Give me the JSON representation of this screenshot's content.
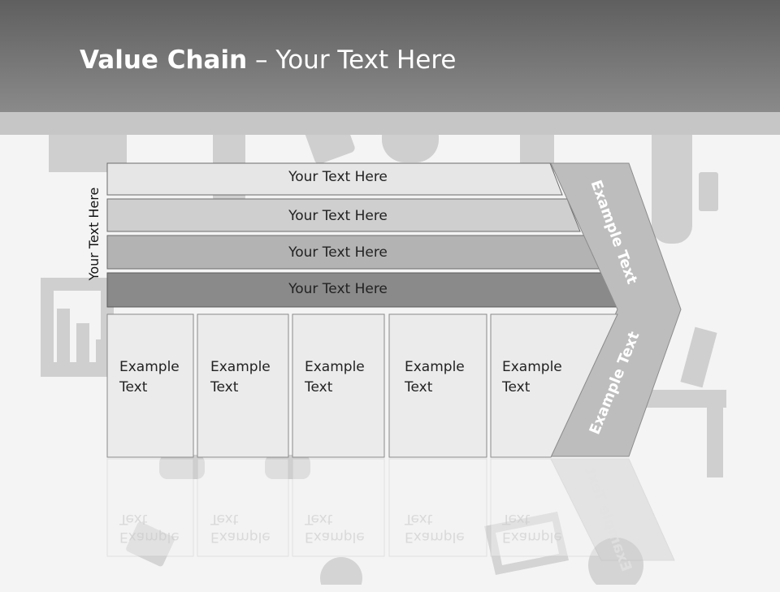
{
  "slide": {
    "title_bold": "Value Chain",
    "title_rest": " – Your Text Here"
  },
  "side_label": "Your Text Here",
  "bars": [
    "Your Text Here",
    "Your Text Here",
    "Your Text Here",
    "Your Text Here"
  ],
  "boxes": [
    "Example Text",
    "Example Text",
    "Example Text",
    "Example Text",
    "Example Text"
  ],
  "chevron": {
    "upper_label": "Example Text",
    "lower_label": "Example Text"
  },
  "colors": {
    "header": "#6e6e6e",
    "bar_1": "#e6e6e6",
    "bar_2": "#cfcfcf",
    "bar_3": "#b3b3b3",
    "bar_4": "#8a8a8a",
    "box": "#ebebeb",
    "chevron": "#bdbdbd"
  }
}
